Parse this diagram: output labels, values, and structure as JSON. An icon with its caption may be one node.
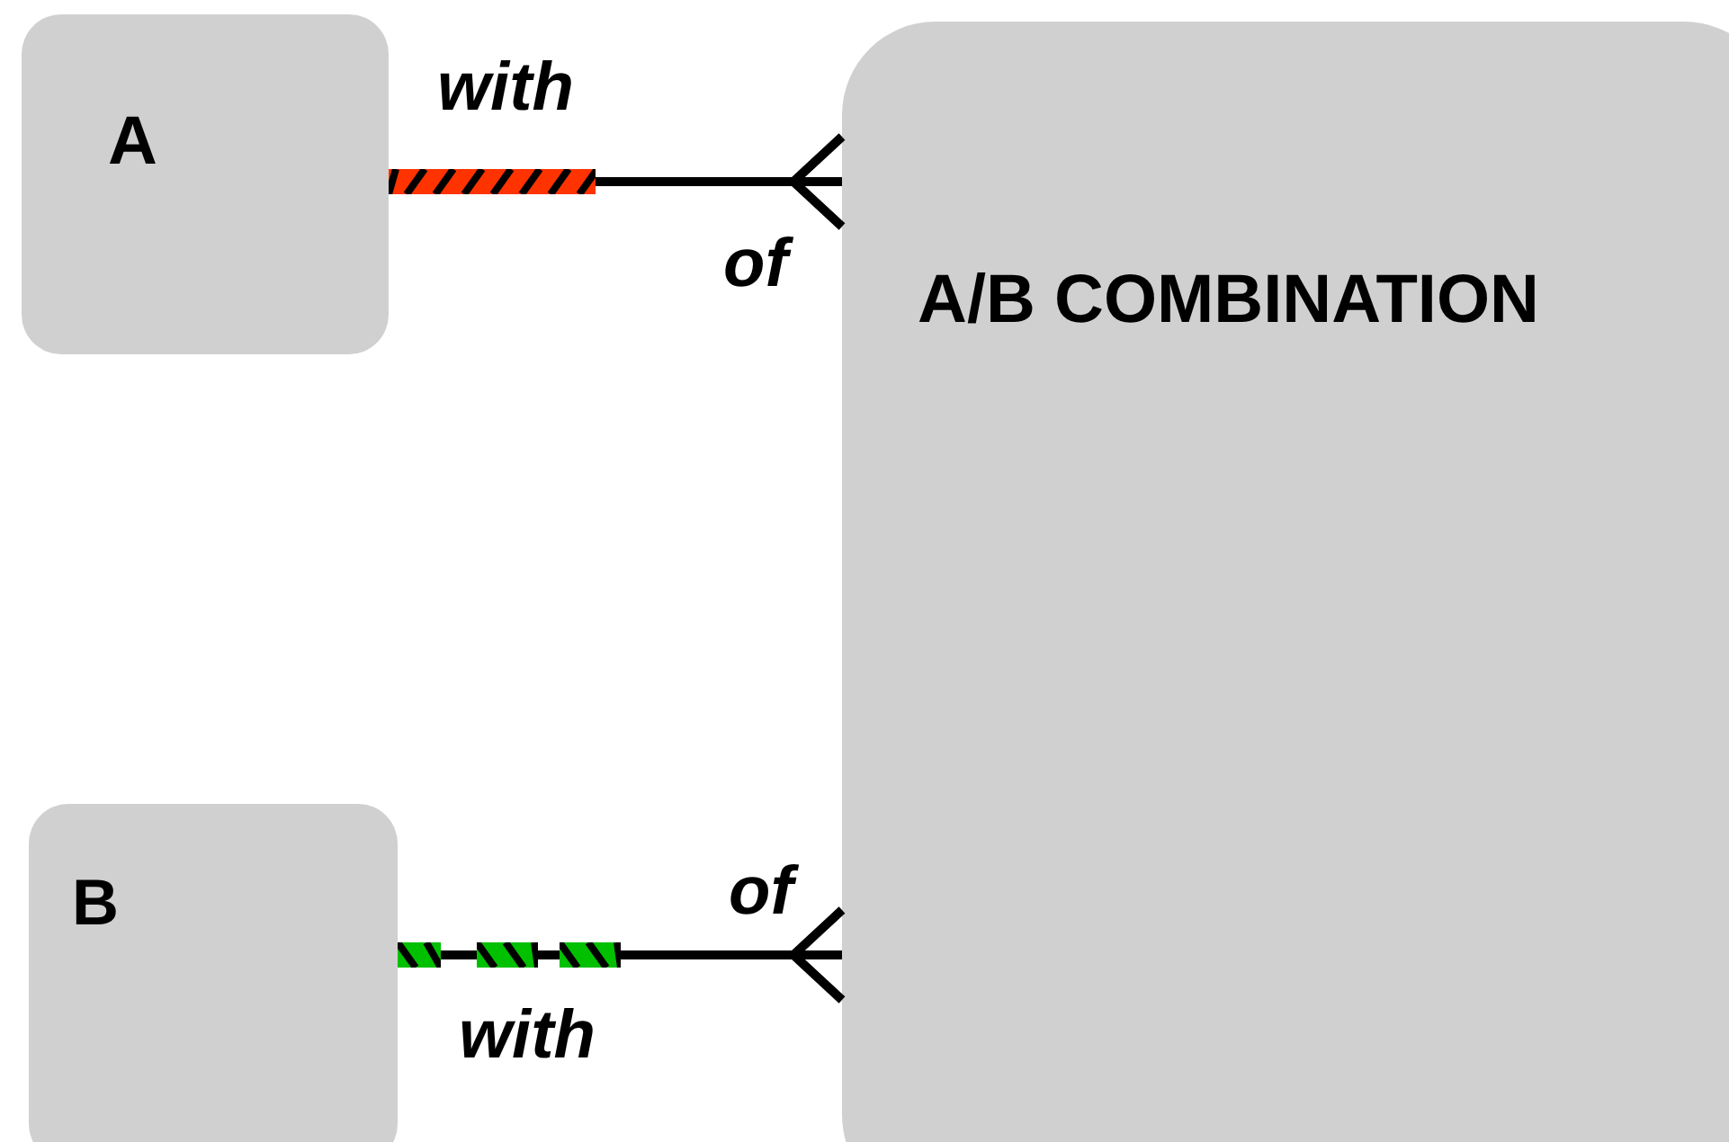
{
  "diagram": {
    "nodes": [
      {
        "text": [
          "A"
        ]
      },
      {
        "text": [
          "B"
        ]
      },
      {
        "text": [
          "A/B COMBINATION"
        ]
      }
    ],
    "edges": [
      {
        "from": 0,
        "to": 2,
        "arrow": "other",
        "label": "with"
      },
      {
        "from": 1,
        "to": 2,
        "arrow": "other",
        "label": "with"
      }
    ],
    "labels": [
      "of",
      "of"
    ]
  }
}
